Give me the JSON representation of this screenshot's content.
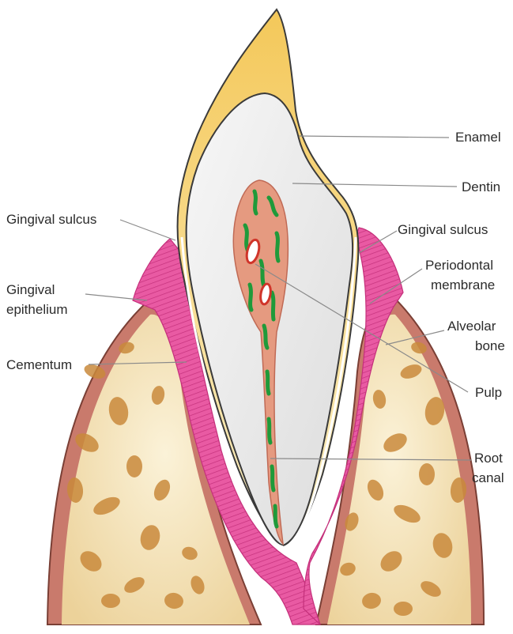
{
  "labels": {
    "enamel": "Enamel",
    "dentin": "Dentin",
    "gingival_sulcus_left": "Gingival sulcus",
    "gingival_sulcus_right": "Gingival sulcus",
    "gingival_epithelium_1": "Gingival",
    "gingival_epithelium_2": "epithelium",
    "periodontal_membrane_1": "Periodontal",
    "periodontal_membrane_2": "membrane",
    "alveolar_bone_1": "Alveolar",
    "alveolar_bone_2": "bone",
    "cementum": "Cementum",
    "pulp": "Pulp",
    "root_canal_1": "Root",
    "root_canal_2": "canal"
  },
  "colors": {
    "enamel": "#f5d98a",
    "dentin": "#eeeeee",
    "pulp": "#e59a80",
    "gingiva": "#e64a9a",
    "bone_rim": "#c97a6c",
    "bone_fill": "#f1ddb0",
    "trabeculae": "#c98a3c",
    "vessels": "#1f9a3a",
    "leader": "#8a8a8a"
  }
}
